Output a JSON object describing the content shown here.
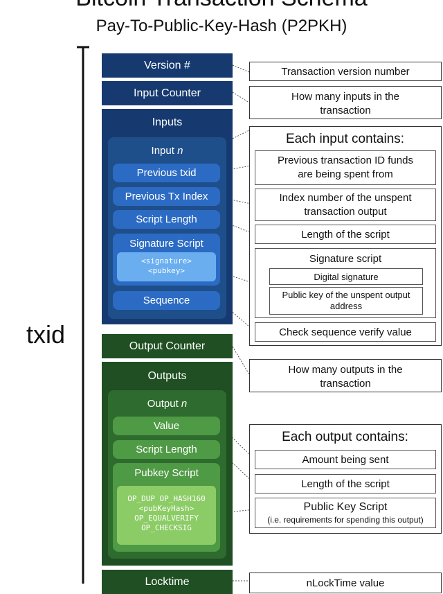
{
  "title": "Bitcoin Transaction Schema",
  "subtitle": "Pay-To-Public-Key-Hash (P2PKH)",
  "bracket_label": "txid",
  "left": {
    "version": "Version #",
    "input_counter": "Input Counter",
    "inputs": "Inputs",
    "input_n_label": "Input",
    "input_n_var": "n",
    "prev_txid": "Previous txid",
    "prev_tx_index": "Previous Tx Index",
    "script_length_in": "Script Length",
    "signature_script": "Signature Script",
    "sig_code_1": "<signature>",
    "sig_code_2": "<pubkey>",
    "sequence": "Sequence",
    "output_counter": "Output Counter",
    "outputs": "Outputs",
    "output_n_label": "Output",
    "output_n_var": "n",
    "value": "Value",
    "script_length_out": "Script Length",
    "pubkey_script": "Pubkey Script",
    "pk_code_1": "OP_DUP OP_HASH160",
    "pk_code_2": "<pubKeyHash>",
    "pk_code_3": "OP_EQUALVERIFY",
    "pk_code_4": "OP_CHECKSIG",
    "locktime": "Locktime"
  },
  "right": {
    "version_desc": "Transaction version number",
    "input_counter_desc_1": "How many inputs in the",
    "input_counter_desc_2": "transaction",
    "each_input": "Each input contains:",
    "prev_txid_desc_1": "Previous transaction ID funds",
    "prev_txid_desc_2": "are being spent from",
    "index_desc_1": "Index number of the unspent",
    "index_desc_2": "transaction output",
    "script_len_desc": "Length of the script",
    "sig_script_desc": "Signature script",
    "digital_sig": "Digital signature",
    "pubkey_unspent_1": "Public key of the unspent output",
    "pubkey_unspent_2": "address",
    "sequence_desc": "Check sequence verify value",
    "output_counter_desc_1": "How many outputs in the",
    "output_counter_desc_2": "transaction",
    "each_output": "Each output contains:",
    "amount_desc": "Amount being sent",
    "script_len_out_desc": "Length of the script",
    "pk_script_desc": "Public Key Script",
    "pk_script_sub": "(i.e. requirements for spending this output)",
    "locktime_desc": "nLockTime value"
  }
}
